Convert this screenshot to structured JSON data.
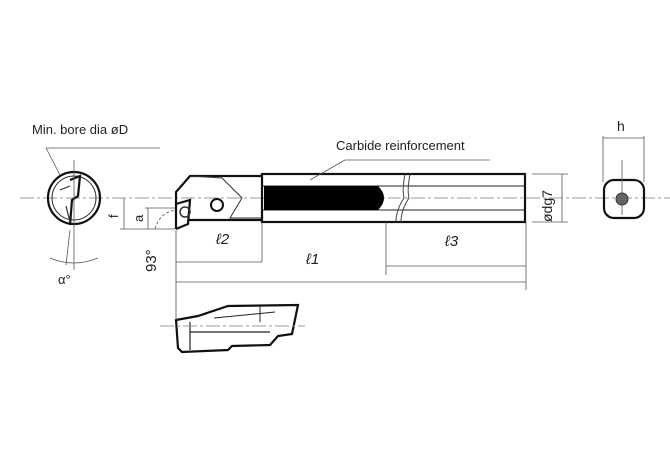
{
  "labels": {
    "min_bore": "Min. bore dia øD",
    "carbide": "Carbide reinforcement",
    "f": "f",
    "a": "a",
    "angle93": "93°",
    "alpha": "α°",
    "l1": "ℓ1",
    "l2": "ℓ2",
    "l3": "ℓ3",
    "odg7": "ødg7",
    "h": "h"
  },
  "colors": {
    "line": "#111111",
    "dim": "#555555",
    "carbide_fill": "#000000"
  }
}
